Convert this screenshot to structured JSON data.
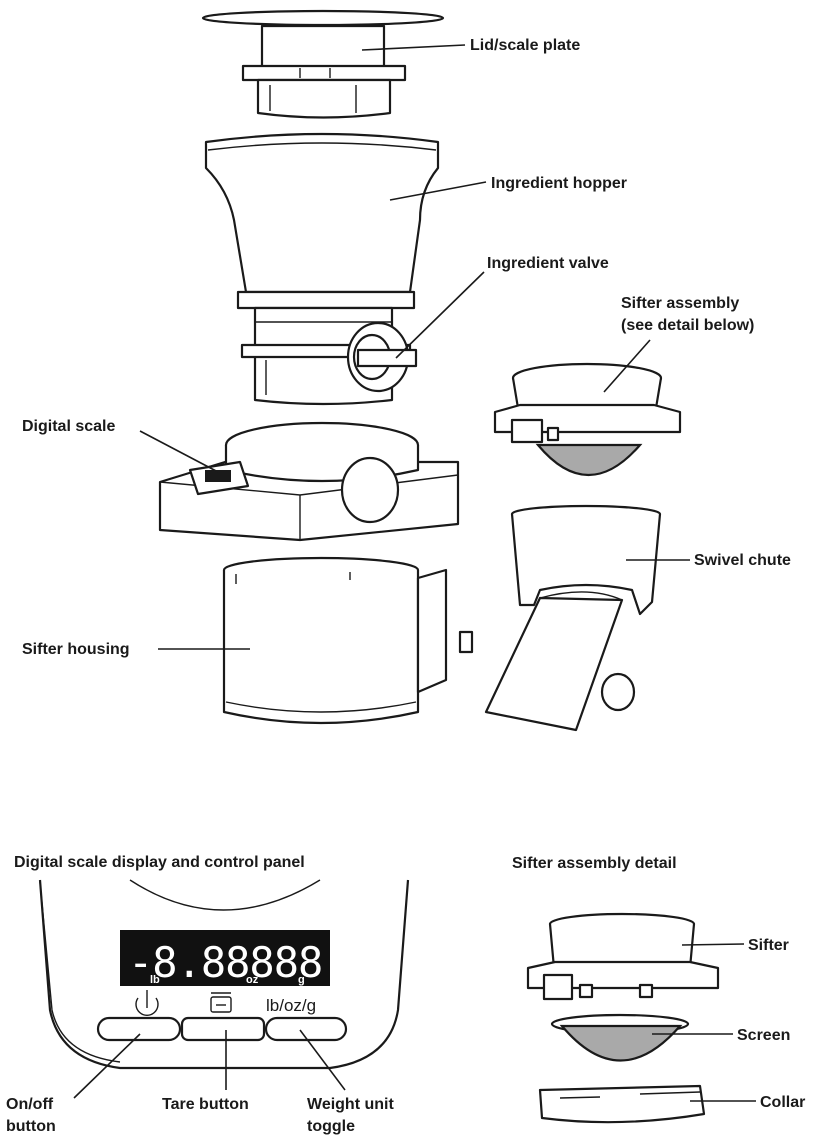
{
  "labels": {
    "lid": "Lid/scale plate",
    "hopper": "Ingredient hopper",
    "valve": "Ingredient valve",
    "sifter_assembly_line1": "Sifter assembly",
    "sifter_assembly_line2": "(see detail below)",
    "digital_scale": "Digital scale",
    "swivel_chute": "Swivel chute",
    "sifter_housing": "Sifter housing",
    "sifter": "Sifter",
    "screen": "Screen",
    "collar": "Collar",
    "onoff_line1": "On/off",
    "onoff_line2": "button",
    "tare": "Tare button",
    "weight_unit_line1": "Weight unit",
    "weight_unit_line2": "toggle"
  },
  "sections": {
    "panel_title": "Digital scale display and control panel",
    "detail_title": "Sifter assembly detail"
  },
  "display": {
    "readout": "-8.88888",
    "unit_lb": "lb",
    "unit_oz": "oz",
    "unit_g": "g",
    "unit_toggle_label": "lb/oz/g"
  },
  "icons": [
    "power-icon",
    "tare-icon"
  ]
}
